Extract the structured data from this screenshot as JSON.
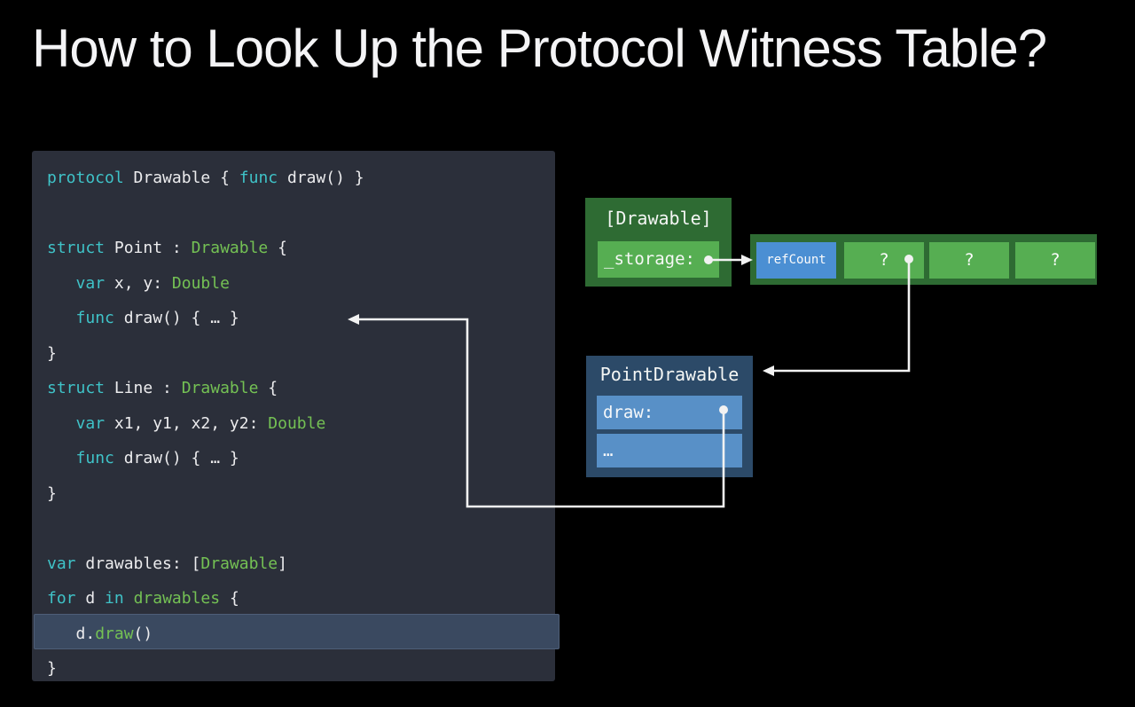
{
  "slide": {
    "title": "How to Look Up the Protocol Witness Table?"
  },
  "code": {
    "lines": [
      {
        "tokens": [
          [
            "kw",
            "protocol "
          ],
          [
            "plain",
            "Drawable { "
          ],
          [
            "kw",
            "func "
          ],
          [
            "plain",
            "draw() }"
          ]
        ]
      },
      {
        "tokens": []
      },
      {
        "tokens": [
          [
            "kw",
            "struct "
          ],
          [
            "plain",
            "Point : "
          ],
          [
            "type",
            "Drawable"
          ],
          [
            "plain",
            " {"
          ]
        ]
      },
      {
        "tokens": [
          [
            "plain",
            "   "
          ],
          [
            "kw",
            "var "
          ],
          [
            "plain",
            "x, y: "
          ],
          [
            "type",
            "Double"
          ]
        ]
      },
      {
        "tokens": [
          [
            "plain",
            "   "
          ],
          [
            "kw",
            "func "
          ],
          [
            "plain",
            "draw() { … }"
          ]
        ]
      },
      {
        "tokens": [
          [
            "plain",
            "}"
          ]
        ]
      },
      {
        "tokens": [
          [
            "kw",
            "struct "
          ],
          [
            "plain",
            "Line : "
          ],
          [
            "type",
            "Drawable"
          ],
          [
            "plain",
            " {"
          ]
        ]
      },
      {
        "tokens": [
          [
            "plain",
            "   "
          ],
          [
            "kw",
            "var "
          ],
          [
            "plain",
            "x1, y1, x2, y2: "
          ],
          [
            "type",
            "Double"
          ]
        ]
      },
      {
        "tokens": [
          [
            "plain",
            "   "
          ],
          [
            "kw",
            "func "
          ],
          [
            "plain",
            "draw() { … }"
          ]
        ]
      },
      {
        "tokens": [
          [
            "plain",
            "}"
          ]
        ]
      },
      {
        "tokens": []
      },
      {
        "tokens": [
          [
            "kw",
            "var "
          ],
          [
            "plain",
            "drawables: ["
          ],
          [
            "type",
            "Drawable"
          ],
          [
            "plain",
            "]"
          ]
        ]
      },
      {
        "tokens": [
          [
            "kw",
            "for "
          ],
          [
            "plain",
            "d "
          ],
          [
            "kw",
            "in "
          ],
          [
            "type",
            "drawables"
          ],
          [
            "plain",
            " {"
          ]
        ]
      },
      {
        "tokens": [
          [
            "plain",
            "   d."
          ],
          [
            "type",
            "draw"
          ],
          [
            "plain",
            "()"
          ]
        ],
        "highlight": true
      },
      {
        "tokens": [
          [
            "plain",
            "}"
          ]
        ]
      }
    ]
  },
  "diagram": {
    "drawable_box": {
      "title": "[Drawable]",
      "field": "_storage:"
    },
    "heap_array": {
      "cells": [
        {
          "label": "refCount",
          "kind": "refcount"
        },
        {
          "label": "?",
          "kind": "slot"
        },
        {
          "label": "?",
          "kind": "slot"
        },
        {
          "label": "?",
          "kind": "slot"
        }
      ]
    },
    "witness_table": {
      "title": "PointDrawable",
      "rows": [
        "draw:",
        "…"
      ]
    }
  },
  "colors": {
    "background": "#000000",
    "title_text": "#f4f4f6",
    "code_panel_bg": "#2b2f3a",
    "code_highlight_bg": "#3a4960",
    "code_keyword": "#3fc3c8",
    "code_type": "#74c154",
    "code_plain": "#ececee",
    "box_green_dark": "#2e6b33",
    "box_green_light": "#56ae52",
    "cell_blue": "#4b8fd3",
    "box_blue_dark": "#2c4a68",
    "box_blue_light": "#5890c7",
    "connector": "#f2f2f2"
  }
}
